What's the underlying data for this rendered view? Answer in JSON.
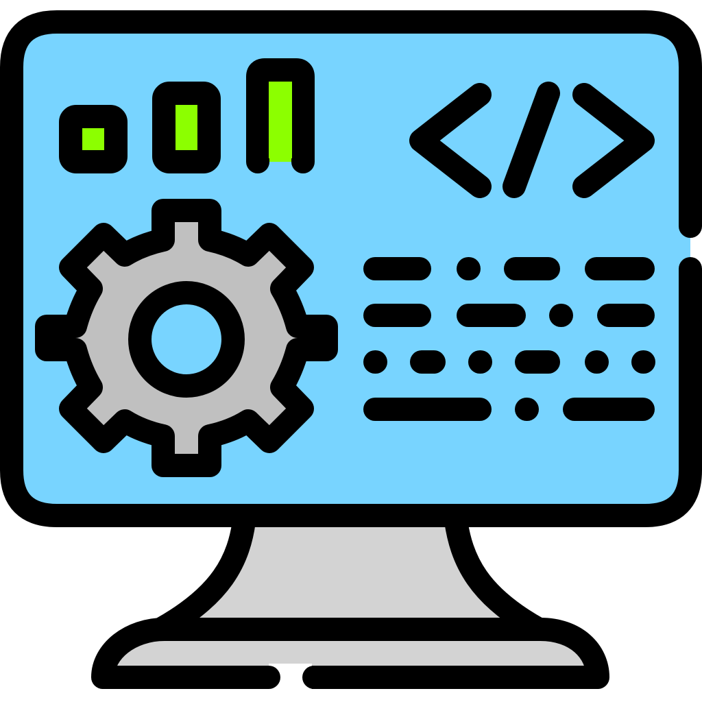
{
  "icon": {
    "name": "monitor-with-code-and-settings-icon",
    "colors": {
      "outline": "#000000",
      "screen": "#78D4FF",
      "stand": "#D3D3D3",
      "gear": "#C0C0C0",
      "bars": "#8CFF00"
    },
    "parts": [
      "monitor",
      "bar-chart",
      "code-brackets",
      "gear",
      "text-lines",
      "stand"
    ]
  }
}
